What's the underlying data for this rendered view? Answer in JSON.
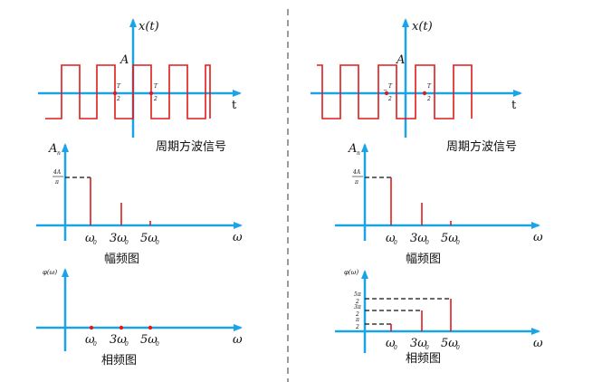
{
  "colors": {
    "axis": "#1aa3e6",
    "signal": "#e01b1b",
    "dash": "#111111",
    "divider": "#666666"
  },
  "left": {
    "signal_axis_label": "x(t)",
    "time_label": "t",
    "amplitude_label": "A",
    "half_period_neg": "T",
    "half_period_pos": "T",
    "half_period_den": "2",
    "caption_signal": "周期方波信号",
    "amp_axis_label": "A",
    "amp_axis_sub": "n",
    "amp_num": "4A",
    "amp_den": "π",
    "freq_label": "ω",
    "ticks": [
      "ω",
      "3ω",
      "5ω"
    ],
    "tick_sub": "0",
    "caption_amp": "幅频图",
    "phase_axis_label": "φ(ω)",
    "caption_phase": "相频图"
  },
  "right": {
    "signal_axis_label": "x(t)",
    "time_label": "t",
    "amplitude_label": "A",
    "half_period_neg": "T",
    "half_period_pos": "T",
    "half_period_den": "2",
    "caption_signal": "周期方波信号",
    "amp_axis_label": "A",
    "amp_axis_sub": "n",
    "amp_num": "4A",
    "amp_den": "π",
    "freq_label": "ω",
    "ticks": [
      "ω",
      "3ω",
      "5ω"
    ],
    "tick_sub": "0",
    "caption_amp": "幅频图",
    "phase_axis_label": "φ(ω)",
    "phase_levels": [
      "5π",
      "3π",
      "π"
    ],
    "phase_den": "2",
    "caption_phase": "相频图"
  }
}
